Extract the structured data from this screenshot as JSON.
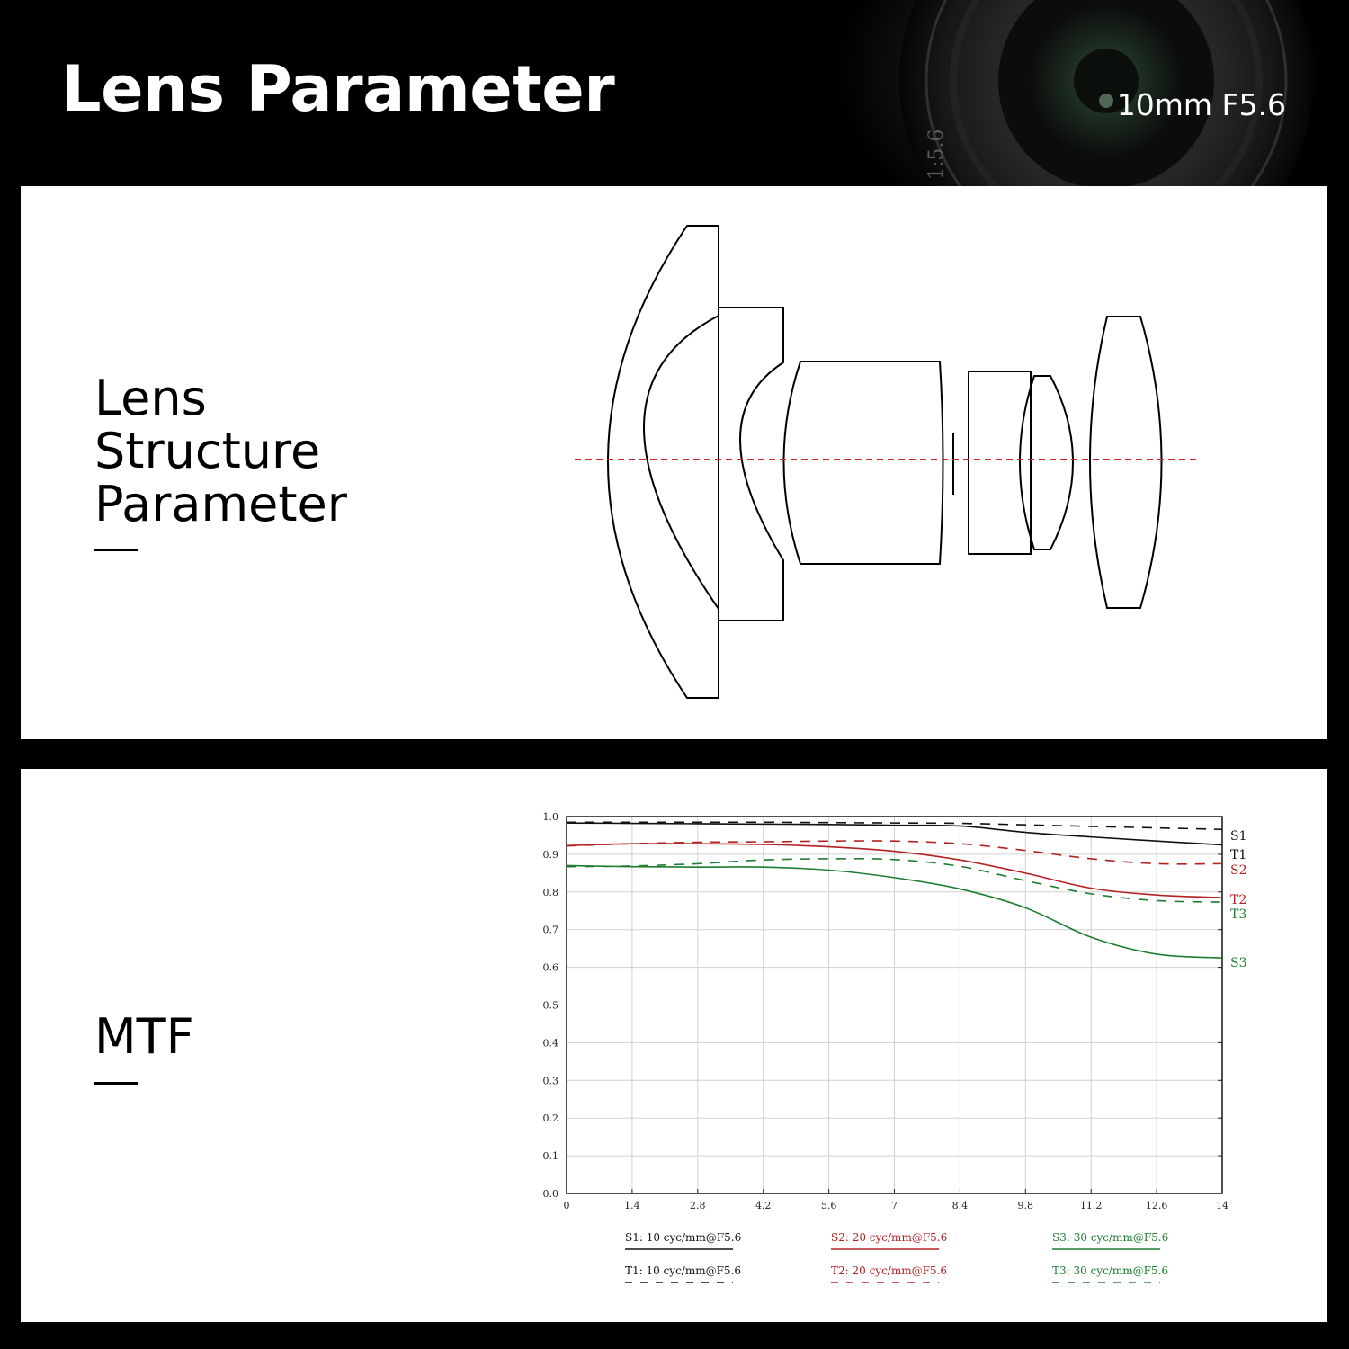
{
  "header": {
    "title": "Lens Parameter",
    "model": "10mm F5.6",
    "barrel_engraving": "1:5.6"
  },
  "structure_section": {
    "title": "Lens\nStructure\nParameter"
  },
  "mtf_section": {
    "title": "MTF"
  },
  "colors": {
    "black_series": "#111111",
    "red_series": "#b22222",
    "green_series": "#1e7d32",
    "axis_dashed_line": "#c62828"
  },
  "chart_data": {
    "type": "line",
    "title": "",
    "xlabel": "",
    "ylabel": "",
    "xlim": [
      0,
      14
    ],
    "ylim": [
      0,
      1.0
    ],
    "grid": true,
    "x_ticks": [
      "0",
      "1.4",
      "2.8",
      "4.2",
      "5.6",
      "7",
      "8.4",
      "9.8",
      "11.2",
      "12.6",
      "14"
    ],
    "y_ticks": [
      "0.0",
      "0.1",
      "0.2",
      "0.3",
      "0.4",
      "0.5",
      "0.6",
      "0.7",
      "0.8",
      "0.9",
      "1.0"
    ],
    "x": [
      0,
      1.4,
      2.8,
      4.2,
      5.6,
      7,
      8.4,
      9.8,
      11.2,
      12.6,
      14
    ],
    "series": [
      {
        "name": "S1",
        "label": "S1: 10 cyc/mm@F5.6",
        "color": "#111111",
        "dash": false,
        "values": [
          0.983,
          0.982,
          0.981,
          0.98,
          0.979,
          0.977,
          0.975,
          0.958,
          0.946,
          0.935,
          0.925
        ]
      },
      {
        "name": "T1",
        "label": "T1: 10 cyc/mm@F5.6",
        "color": "#111111",
        "dash": true,
        "values": [
          0.985,
          0.985,
          0.985,
          0.985,
          0.984,
          0.983,
          0.982,
          0.978,
          0.974,
          0.97,
          0.966
        ]
      },
      {
        "name": "S2",
        "label": "S2: 20 cyc/mm@F5.6",
        "color": "#b22222",
        "dash": false,
        "values": [
          0.923,
          0.928,
          0.928,
          0.926,
          0.92,
          0.908,
          0.885,
          0.85,
          0.81,
          0.792,
          0.785
        ]
      },
      {
        "name": "T2",
        "label": "T2: 20 cyc/mm@F5.6",
        "color": "#b22222",
        "dash": true,
        "values": [
          0.922,
          0.928,
          0.932,
          0.933,
          0.935,
          0.935,
          0.928,
          0.91,
          0.888,
          0.875,
          0.875
        ]
      },
      {
        "name": "S3",
        "label": "S3: 30 cyc/mm@F5.6",
        "color": "#1e7d32",
        "dash": false,
        "values": [
          0.87,
          0.867,
          0.866,
          0.866,
          0.858,
          0.838,
          0.808,
          0.758,
          0.68,
          0.635,
          0.625
        ]
      },
      {
        "name": "T3",
        "label": "T3:  30 cyc/mm@F5.6",
        "color": "#1e7d32",
        "dash": true,
        "values": [
          0.867,
          0.869,
          0.875,
          0.885,
          0.888,
          0.886,
          0.868,
          0.83,
          0.795,
          0.777,
          0.773
        ]
      }
    ],
    "end_labels": [
      {
        "text": "S1",
        "color": "#111111"
      },
      {
        "text": "T1",
        "color": "#111111"
      },
      {
        "text": "S2",
        "color": "#b22222"
      },
      {
        "text": "T2",
        "color": "#b22222"
      },
      {
        "text": "T3",
        "color": "#1e7d32"
      },
      {
        "text": "S3",
        "color": "#1e7d32"
      }
    ]
  }
}
